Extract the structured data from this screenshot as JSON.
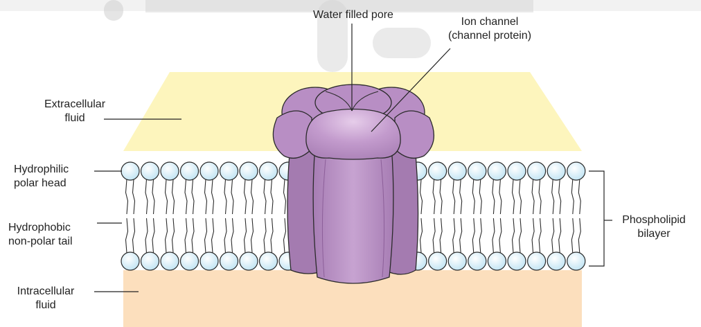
{
  "labels": {
    "water_pore": "Water filled pore",
    "ion_channel_1": "Ion channel",
    "ion_channel_2": "(channel protein)",
    "extracellular_1": "Extracellular",
    "extracellular_2": "fluid",
    "hydrophilic_1": "Hydrophilic",
    "hydrophilic_2": "polar head",
    "hydrophobic_1": "Hydrophobic",
    "hydrophobic_2": "non-polar tail",
    "intracellular_1": "Intracellular",
    "intracellular_2": "fluid",
    "bilayer_1": "Phospholipid",
    "bilayer_2": "bilayer"
  },
  "colors": {
    "extracellular": "#fdf5bd",
    "intracellular": "#fcdfbd",
    "protein": "#b88ec4",
    "protein_light": "#d9b8e0",
    "head_fill": "#dff2fb",
    "stroke": "#2a2a2a",
    "watermark": "#d0d0d0"
  }
}
